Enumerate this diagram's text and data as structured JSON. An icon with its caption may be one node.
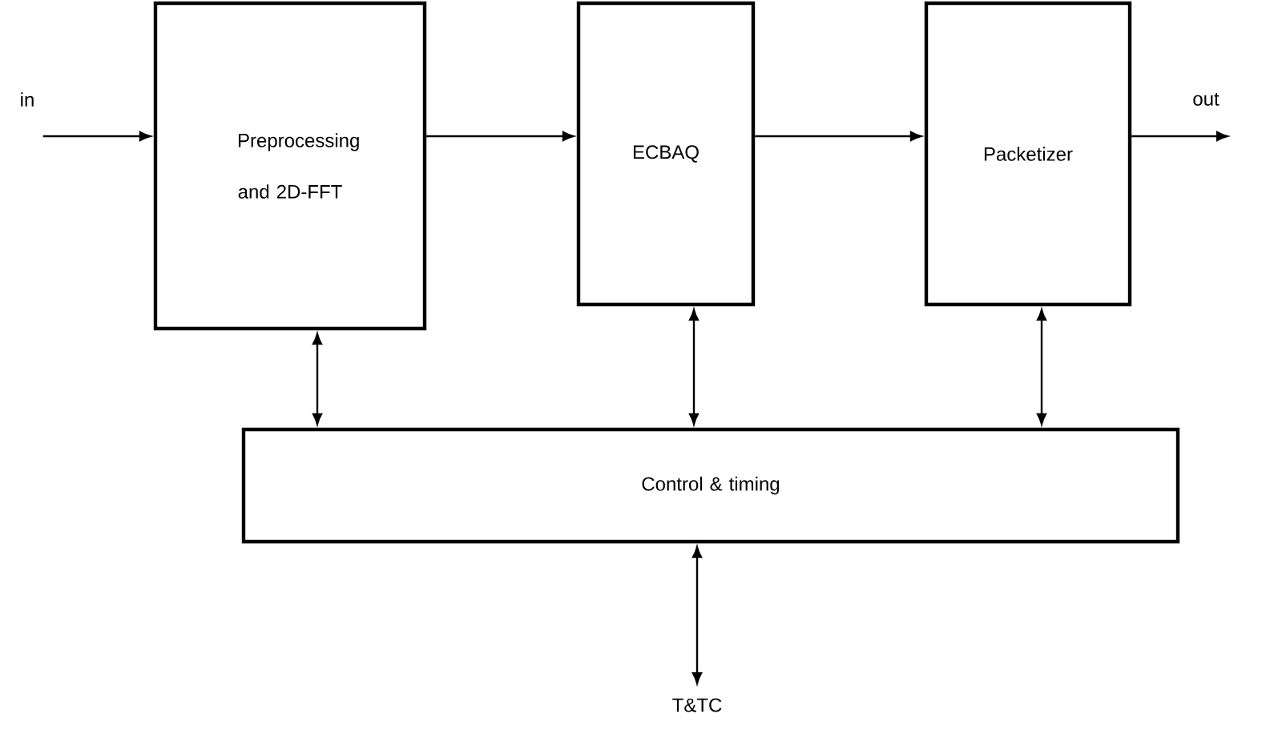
{
  "diagram": {
    "nodes": [
      {
        "text": [
          "in"
        ]
      },
      {
        "text": [
          "Preprocessing and 2D-FFT"
        ]
      },
      {
        "text": [
          "ECBAQ"
        ]
      },
      {
        "text": [
          "Packetizer"
        ]
      },
      {
        "text": [
          "out"
        ]
      },
      {
        "text": [
          "Control & timing"
        ]
      },
      {
        "text": [
          "T&TC"
        ]
      }
    ],
    "edges": [
      {
        "from": 0,
        "to": 1,
        "arrow": "to"
      },
      {
        "from": 1,
        "to": 2,
        "arrow": "to"
      },
      {
        "from": 2,
        "to": 3,
        "arrow": "to"
      },
      {
        "from": 3,
        "to": 4,
        "arrow": "to"
      },
      {
        "from": 1,
        "to": 5,
        "arrow": "both"
      },
      {
        "from": 2,
        "to": 5,
        "arrow": "both"
      },
      {
        "from": 3,
        "to": 5,
        "arrow": "both"
      },
      {
        "from": 5,
        "to": 6,
        "arrow": "both"
      }
    ]
  }
}
